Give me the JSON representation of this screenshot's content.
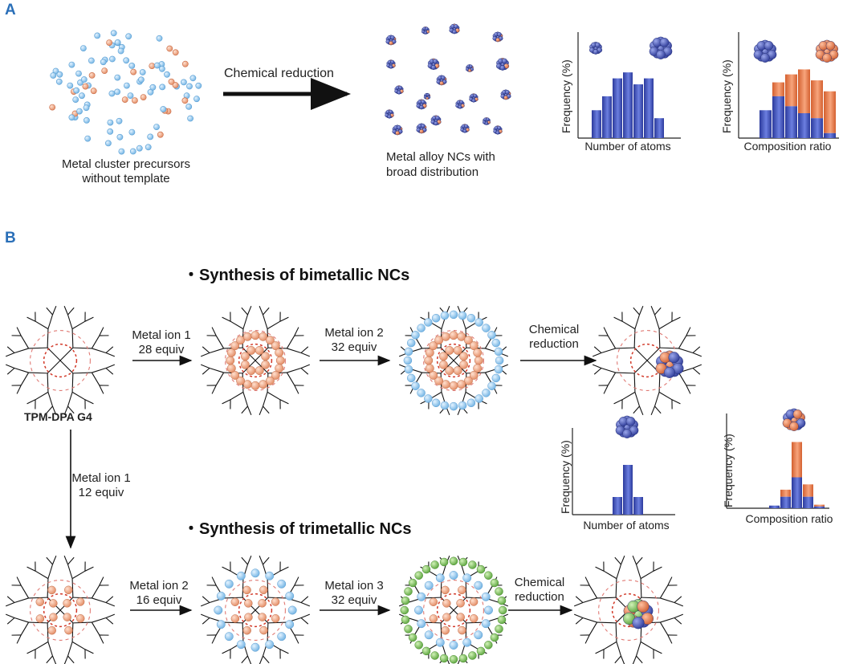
{
  "panels": {
    "a": "A",
    "b": "B"
  },
  "panel_a": {
    "precursor_caption_1": "Metal cluster precursors",
    "precursor_caption_2": "without template",
    "arrow_label": "Chemical reduction",
    "alloy_caption_1": "Metal alloy NCs with",
    "alloy_caption_2": "broad distribution"
  },
  "panel_b": {
    "bimetallic_heading": "・Synthesis of bimetallic NCs",
    "trimetallic_heading": "・Synthesis of trimetallic NCs",
    "dendrimer_name": "TPM-DPA G4",
    "bi_step1": [
      "Metal ion 1",
      "28 equiv"
    ],
    "bi_step2": [
      "Metal ion 2",
      "32 equiv"
    ],
    "bi_step3": [
      "Chemical",
      "reduction"
    ],
    "down_step": [
      "Metal ion 1",
      "12 equiv"
    ],
    "tri_step1": [
      "Metal ion 2",
      "16 equiv"
    ],
    "tri_step2": [
      "Metal ion 3",
      "32 equiv"
    ],
    "tri_step3": [
      "Chemical",
      "reduction"
    ]
  },
  "colors": {
    "metal_blue": "#4a58b8",
    "metal_orange": "#e07a50",
    "precursor_blue": "#8ec5ea",
    "precursor_orange": "#eb9878",
    "metal_green": "#7cc25c"
  },
  "chart_data": [
    {
      "type": "bar",
      "xlabel": "Number of atoms",
      "ylabel": "Frequency (%)",
      "series": [
        {
          "values": [
            28,
            42,
            60,
            66,
            54,
            60,
            20
          ]
        }
      ]
    },
    {
      "type": "bar",
      "xlabel": "Composition ratio",
      "ylabel": "Frequency (%)",
      "series": [
        {
          "values": [
            28,
            42,
            32,
            25,
            20,
            5
          ]
        },
        {
          "values": [
            0,
            14,
            32,
            44,
            38,
            42
          ]
        }
      ]
    },
    {
      "type": "bar",
      "xlabel": "Number of atoms",
      "ylabel": "Frequency (%)",
      "series": [
        {
          "values": [
            22,
            62,
            22
          ]
        }
      ]
    },
    {
      "type": "bar",
      "xlabel": "Composition ratio",
      "ylabel": "Frequency (%)",
      "series": [
        {
          "values": [
            3,
            13,
            35,
            13,
            2
          ]
        },
        {
          "values": [
            0,
            8,
            40,
            14,
            2
          ]
        }
      ]
    }
  ]
}
